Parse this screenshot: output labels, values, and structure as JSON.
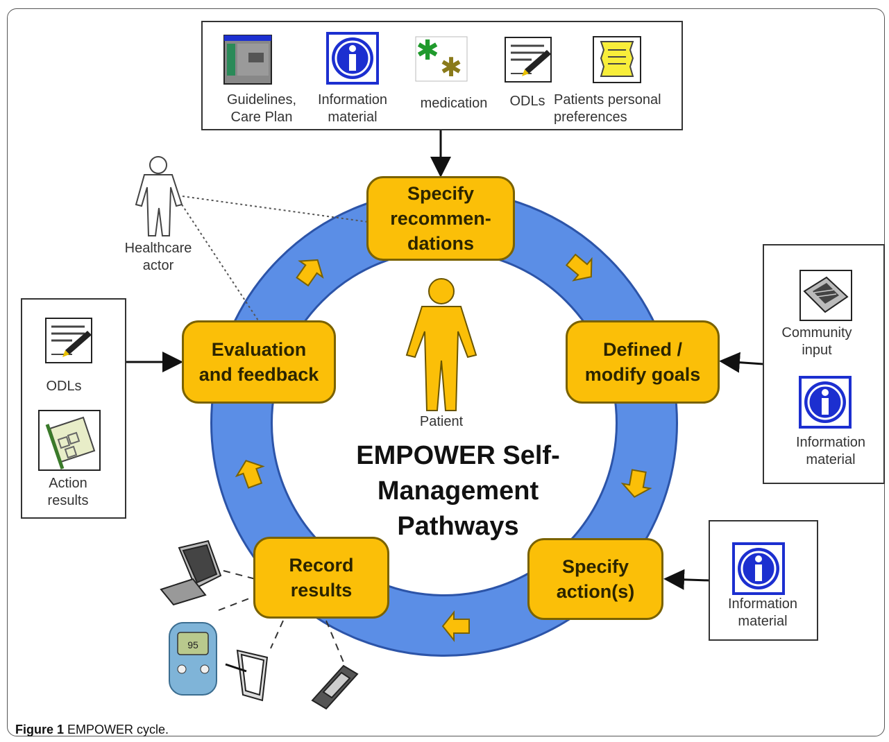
{
  "center_title": "EMPOWER Self-\nManagement\nPathways",
  "patient_label": "Patient",
  "healthcare_actor_label": "Healthcare\nactor",
  "stages": {
    "specify_recommendations": "Specify\nrecommen-\ndations",
    "defined_modify_goals": "Defined /\nmodify goals",
    "specify_actions": "Specify\naction(s)",
    "record_results": "Record\nresults",
    "evaluation_feedback": "Evaluation\nand feedback"
  },
  "top_inputs": [
    {
      "icon": "guidelines-window-icon",
      "label": "Guidelines,\nCare Plan"
    },
    {
      "icon": "information-icon",
      "label": "Information\nmaterial"
    },
    {
      "icon": "medication-icon",
      "label": "medication"
    },
    {
      "icon": "odl-document-icon",
      "label": "ODLs"
    },
    {
      "icon": "scroll-note-icon",
      "label": "Patients personal\npreferences"
    }
  ],
  "right_top_inputs": [
    {
      "icon": "community-keyboard-icon",
      "label": "Community\ninput"
    },
    {
      "icon": "information-icon",
      "label": "Information\nmaterial"
    }
  ],
  "right_bottom_inputs": [
    {
      "icon": "information-icon",
      "label": "Information\nmaterial"
    }
  ],
  "left_inputs": [
    {
      "icon": "odl-document-icon",
      "label": "ODLs"
    },
    {
      "icon": "action-results-chart-icon",
      "label": "Action\nresults"
    }
  ],
  "devices": [
    "computer-icon",
    "glucose-meter-icon",
    "tablet-icon",
    "mobile-phone-icon"
  ],
  "glucose_display": "95",
  "caption": {
    "prefix": "Figure 1",
    "text": " EMPOWER cycle."
  },
  "colors": {
    "ring": "#5b8ee6",
    "stage_fill": "#fbbf08",
    "stage_border": "#7a6200",
    "info_blue": "#1c2fd0"
  }
}
